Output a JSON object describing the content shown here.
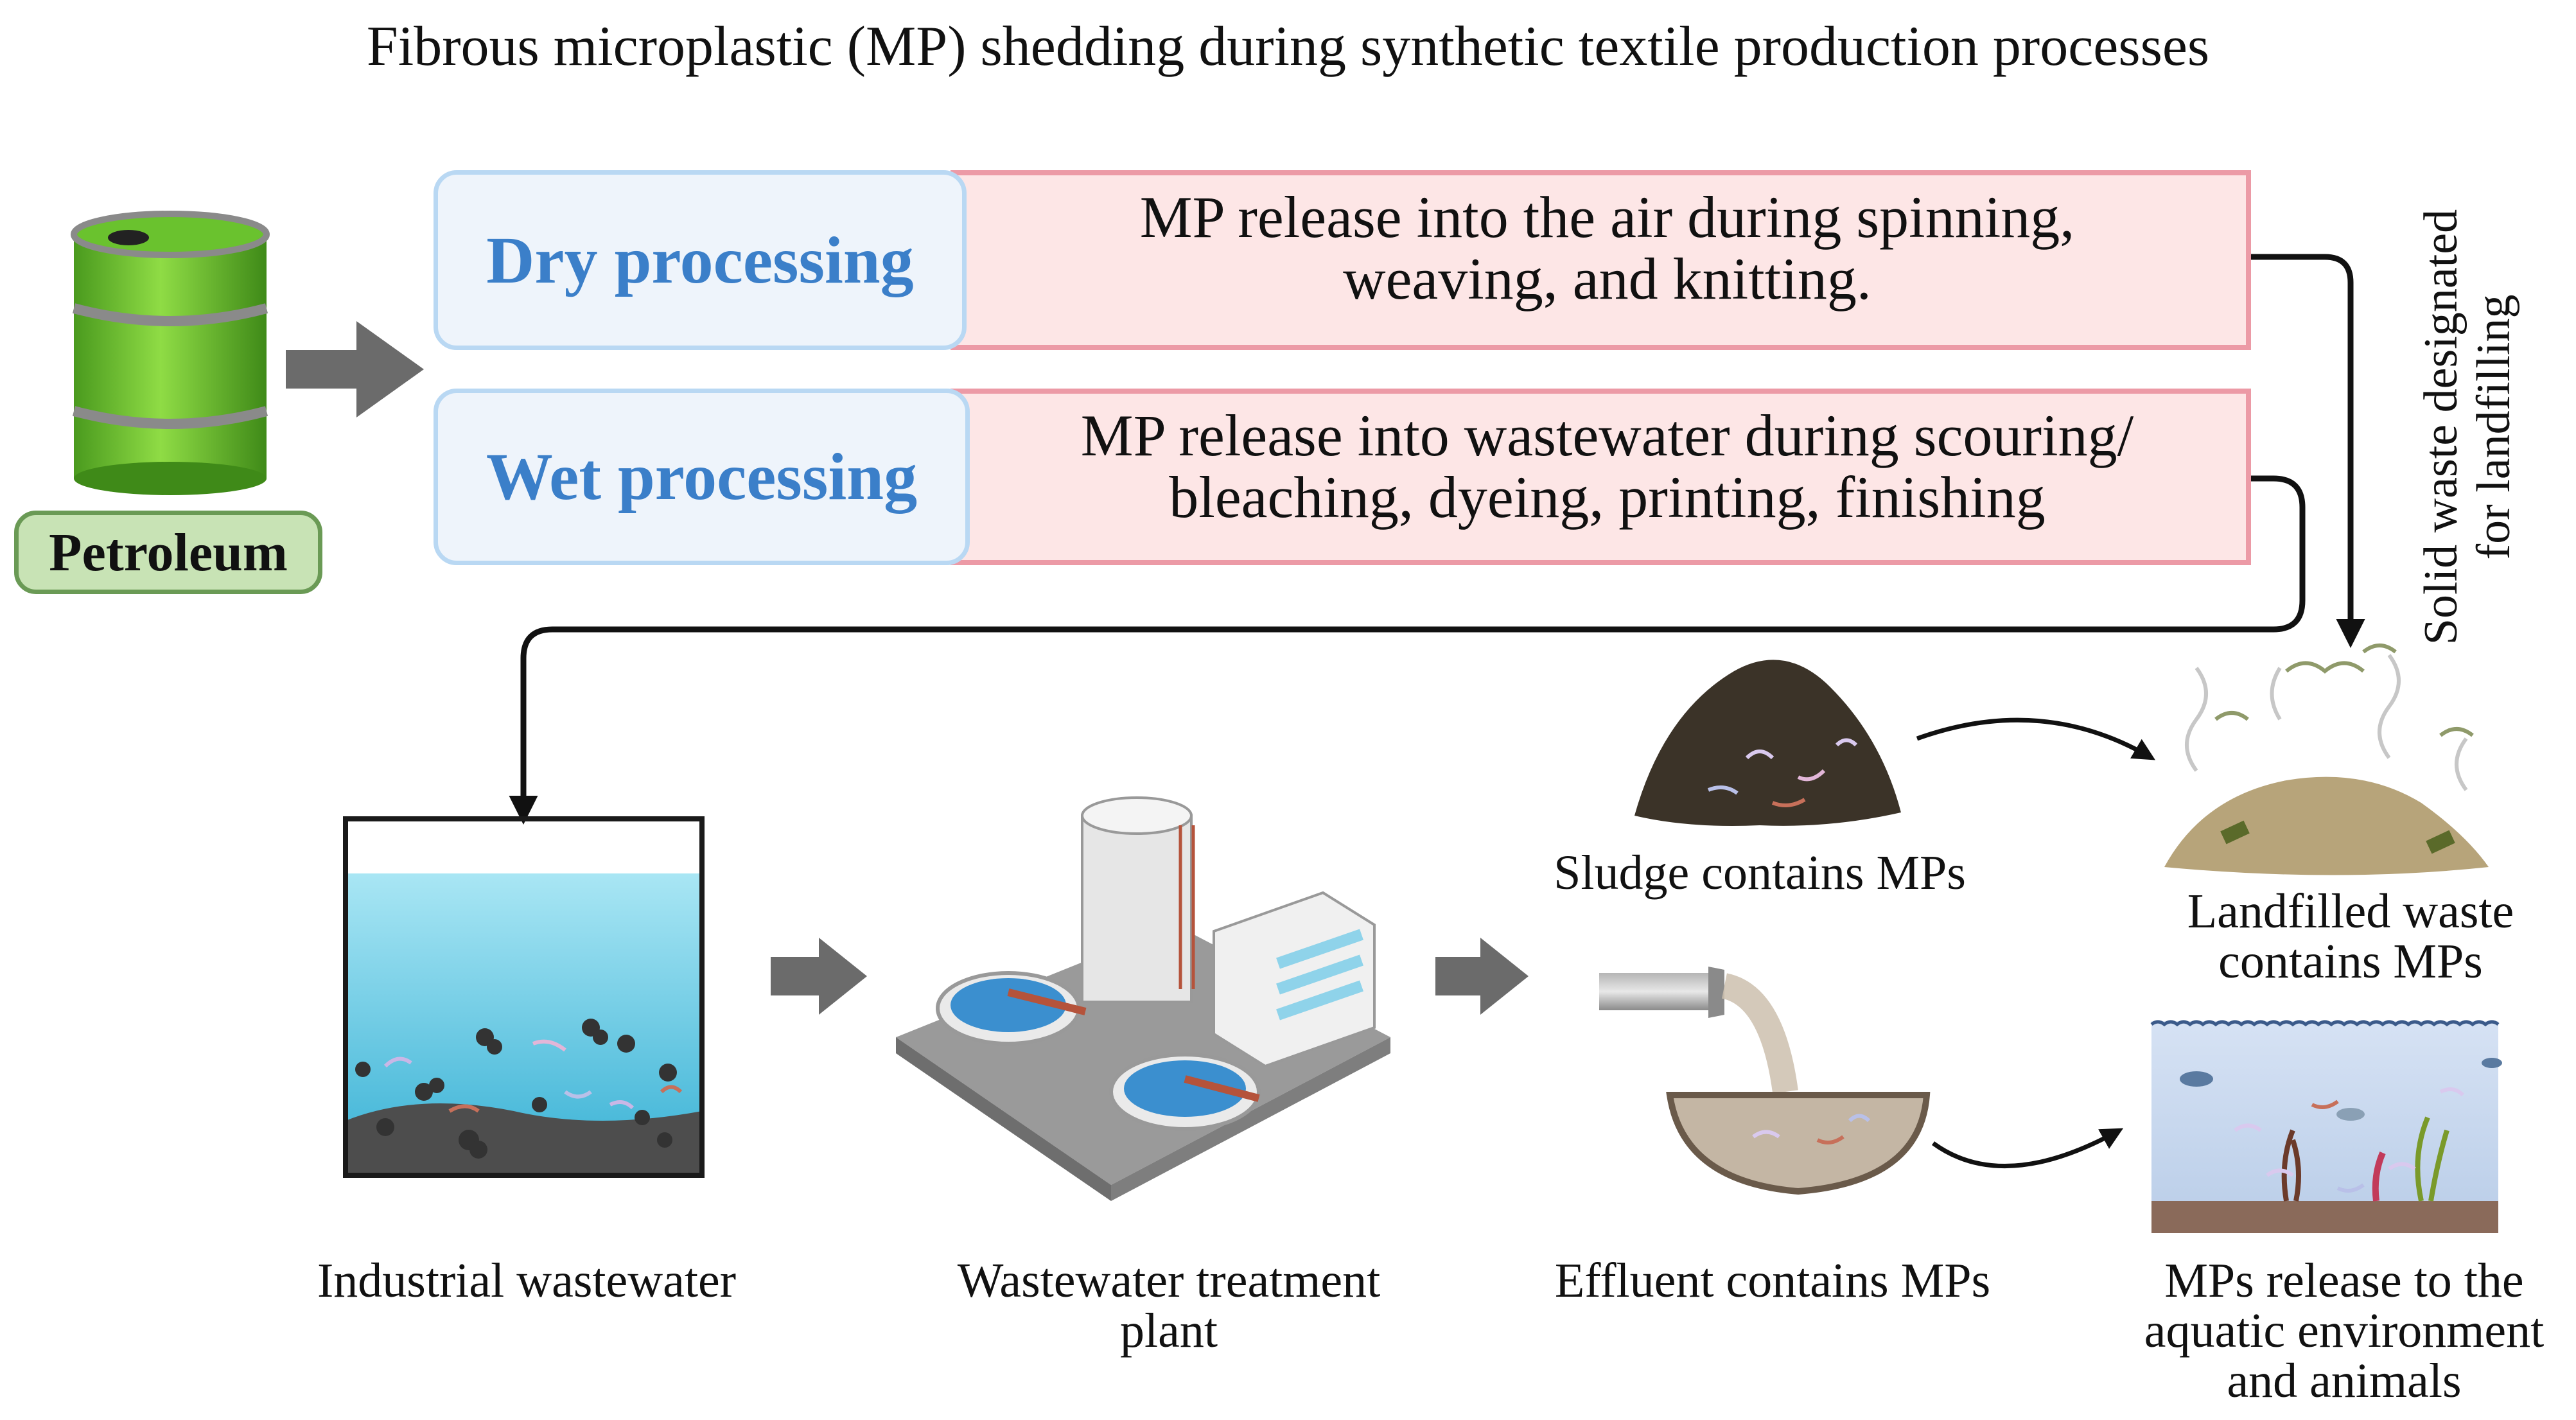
{
  "title": "Fibrous microplastic (MP) shedding during synthetic textile production processes",
  "petroleum": {
    "label": "Petroleum"
  },
  "dry": {
    "label": "Dry processing",
    "line1": "MP release into the air during spinning,",
    "line2": "weaving, and knitting."
  },
  "wet": {
    "label": "Wet processing",
    "line1": "MP release into wastewater during scouring/",
    "line2": "bleaching, dyeing, printing, finishing"
  },
  "solid_waste": {
    "line1": "Solid waste designated",
    "line2": "for landfilling"
  },
  "captions": {
    "industrial": "Industrial wastewater",
    "wwtp_line1": "Wastewater treatment",
    "wwtp_line2": "plant",
    "effluent": "Effluent contains MPs",
    "sludge": "Sludge contains MPs",
    "landfill_line1": "Landfilled waste",
    "landfill_line2": "contains MPs",
    "aquatic_line1": "MPs release to the",
    "aquatic_line2": "aquatic environment",
    "aquatic_line3": "and animals"
  },
  "colors": {
    "process_fill": "#fde6e6",
    "process_border": "#ec9aa6",
    "label_fill": "#eef4fb",
    "label_border": "#b9d8f3",
    "label_text": "#3b7fc9",
    "petroleum_fill": "#c8e3b5",
    "petroleum_border": "#6a9a55",
    "arrow_gray": "#6b6b6b",
    "water": "#8fd3ea"
  }
}
